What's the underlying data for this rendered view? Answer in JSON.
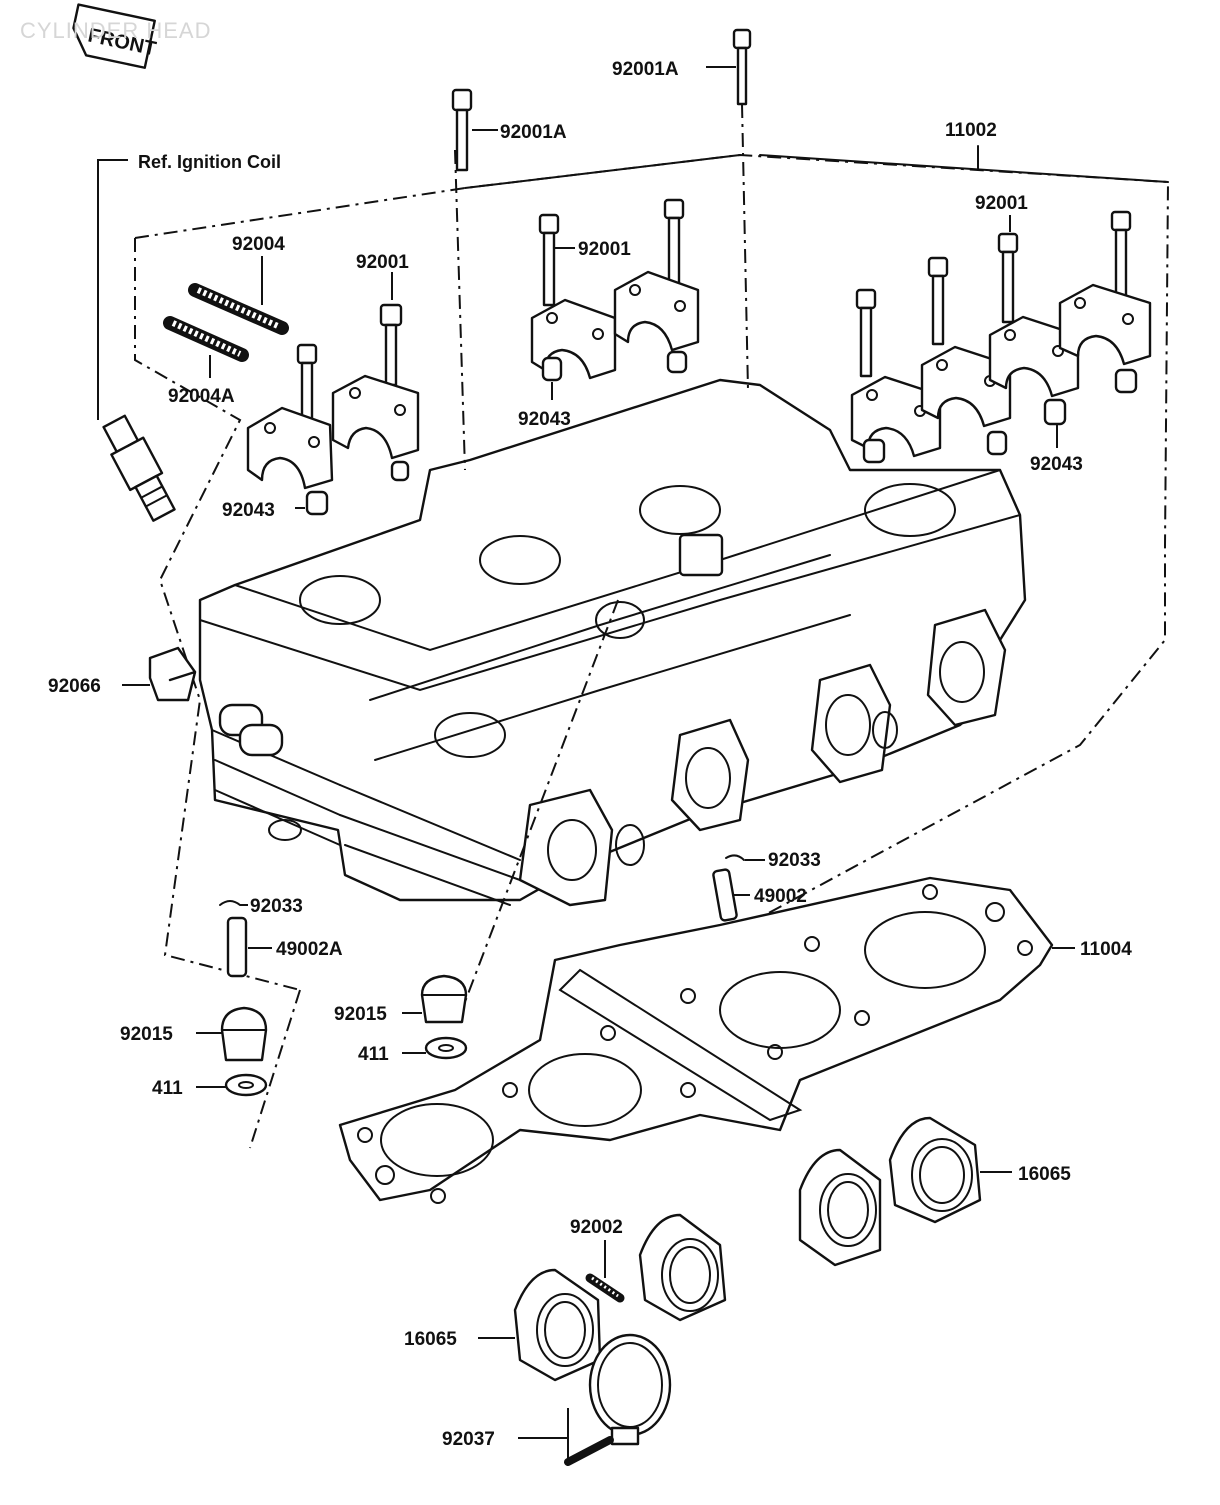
{
  "title": "CYLINDER HEAD",
  "front_label": "FRONT",
  "ref_note": "Ref. Ignition Coil",
  "callouts": [
    {
      "id": "92001A_top",
      "text": "92001A"
    },
    {
      "id": "92001A_left",
      "text": "92001A"
    },
    {
      "id": "11002",
      "text": "11002"
    },
    {
      "id": "92004",
      "text": "92004"
    },
    {
      "id": "92001_a",
      "text": "92001"
    },
    {
      "id": "92001_b",
      "text": "92001"
    },
    {
      "id": "92001_c",
      "text": "92001"
    },
    {
      "id": "92004A",
      "text": "92004A"
    },
    {
      "id": "92043_a",
      "text": "92043"
    },
    {
      "id": "92043_b",
      "text": "92043"
    },
    {
      "id": "92043_c",
      "text": "92043"
    },
    {
      "id": "92066",
      "text": "92066"
    },
    {
      "id": "92033_a",
      "text": "92033"
    },
    {
      "id": "49002",
      "text": "49002"
    },
    {
      "id": "92033_b",
      "text": "92033"
    },
    {
      "id": "49002A",
      "text": "49002A"
    },
    {
      "id": "11004",
      "text": "11004"
    },
    {
      "id": "92015_a",
      "text": "92015"
    },
    {
      "id": "92015_b",
      "text": "92015"
    },
    {
      "id": "411_a",
      "text": "411"
    },
    {
      "id": "411_b",
      "text": "411"
    },
    {
      "id": "16065_a",
      "text": "16065"
    },
    {
      "id": "92002",
      "text": "92002"
    },
    {
      "id": "16065_b",
      "text": "16065"
    },
    {
      "id": "92037",
      "text": "92037"
    }
  ]
}
